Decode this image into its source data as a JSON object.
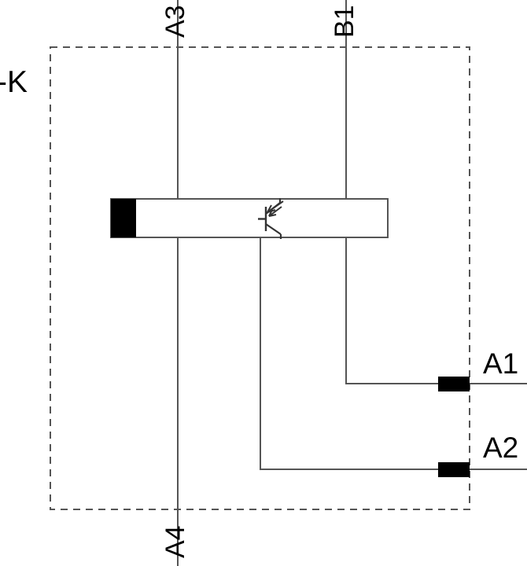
{
  "diagram": {
    "title": "-K",
    "device_label": "-K",
    "type": "electrical-schematic",
    "description": "Solid-state relay / optocoupler output stage with phototransistor symbol",
    "boundary": {
      "style": "dashed",
      "color": "#555555"
    },
    "colors": {
      "line": "#555555",
      "terminal_block": "#000000",
      "text": "#000000",
      "background": "#ffffff",
      "body_fill": "#ffffff"
    },
    "terminals": [
      {
        "id": "A1",
        "label": "A1",
        "side": "right",
        "orientation": "horizontal"
      },
      {
        "id": "A2",
        "label": "A2",
        "side": "right",
        "orientation": "horizontal"
      },
      {
        "id": "A3",
        "label": "A3",
        "side": "top",
        "orientation": "vertical"
      },
      {
        "id": "B1",
        "label": "B1",
        "side": "top",
        "orientation": "vertical"
      },
      {
        "id": "A4",
        "label": "A4",
        "side": "bottom",
        "orientation": "vertical"
      }
    ],
    "component": {
      "name": "phototransistor",
      "symbol": "npn-phototransistor",
      "body_shape": "rectangle"
    }
  }
}
